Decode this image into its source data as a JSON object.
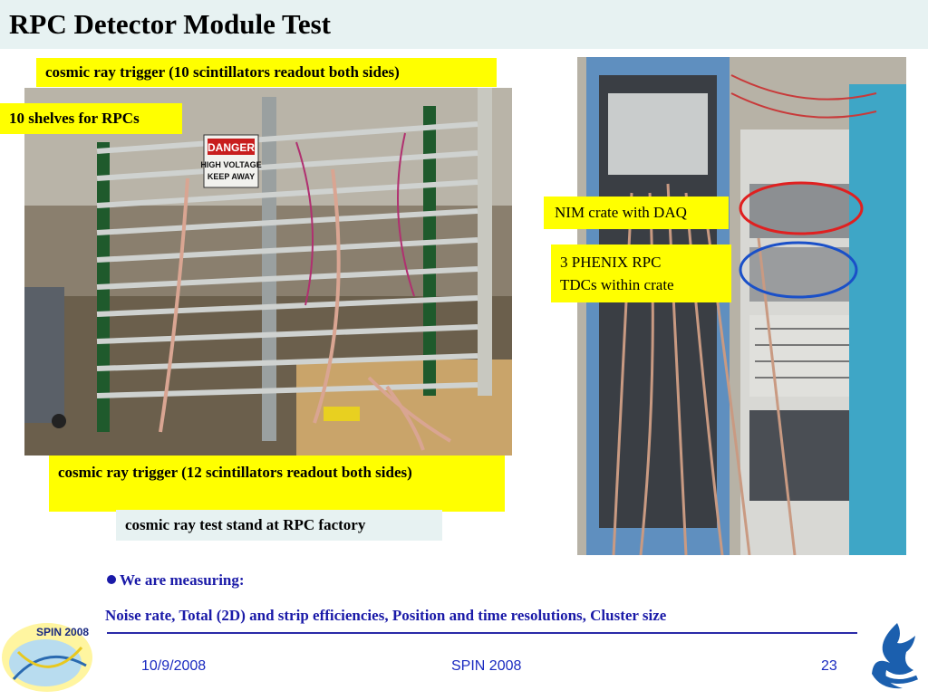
{
  "slide": {
    "title": "RPC Detector Module Test",
    "labels": {
      "trigger_top": "cosmic ray trigger (10 scintillators readout both sides)",
      "shelves": "10 shelves for RPCs",
      "trigger_bottom": "cosmic ray trigger (12 scintillators readout both sides)",
      "caption": "cosmic ray test stand at RPC factory",
      "nim_crate": "NIM crate with DAQ",
      "tdc_line1": "3 PHENIX RPC",
      "tdc_line2": "TDCs within crate"
    },
    "photo_sign": {
      "line1": "DANGER",
      "line2": "HIGH VOLTAGE",
      "line3": "KEEP AWAY"
    },
    "bullet": {
      "heading": "We are measuring:",
      "body": "Noise rate, Total (2D) and strip efficiencies, Position and time resolutions, Cluster size"
    },
    "footer": {
      "logo_text": "SPIN 2008",
      "date": "10/9/2008",
      "center": "SPIN 2008",
      "page": "23"
    }
  },
  "colors": {
    "highlight": "#ffff00",
    "caption_bg": "#e7f2f2",
    "bullet_text": "#1a1aa8",
    "footer_text": "#1a2ac0",
    "circle_red": "#e02020",
    "circle_blue": "#1a50c8"
  },
  "icons": [
    "spin-2008-logo",
    "university-flame-logo",
    "bullet-dot-icon"
  ]
}
